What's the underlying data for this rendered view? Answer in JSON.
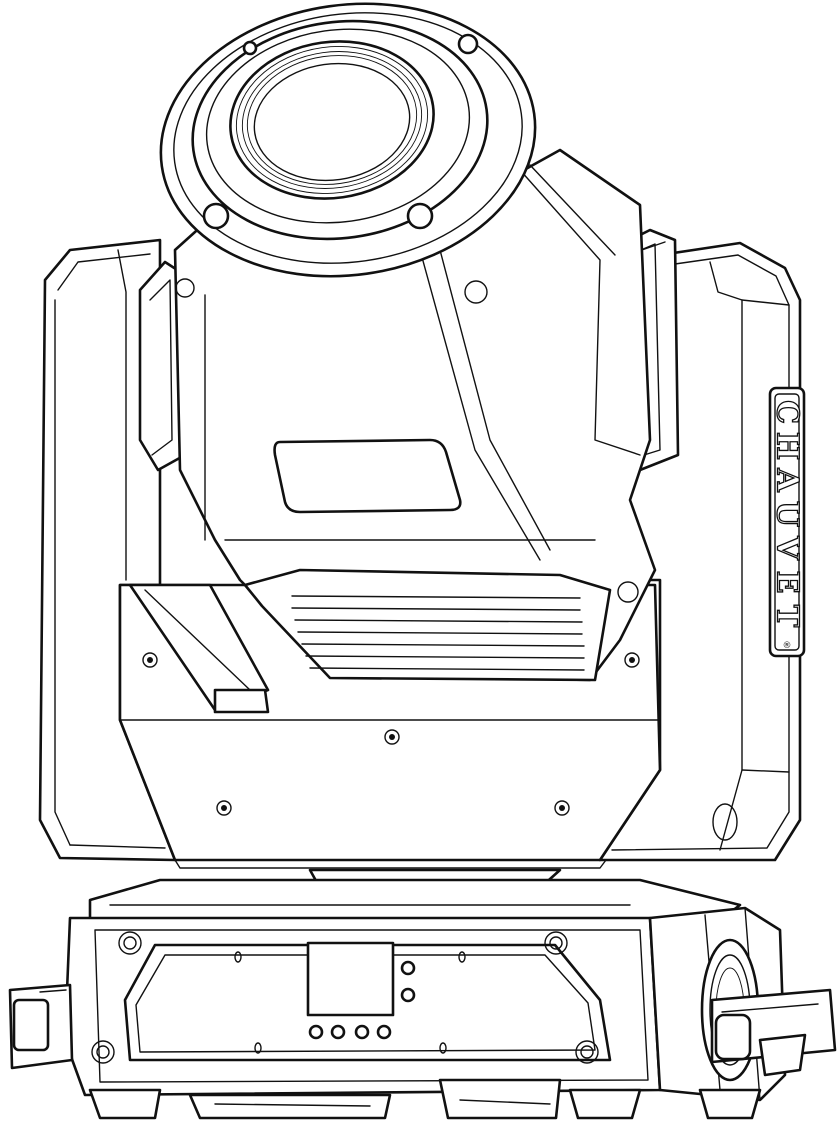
{
  "product": {
    "brand_label": "CHAUVET",
    "brand_letters": [
      "C",
      "H",
      "A",
      "U",
      "V",
      "E",
      "T"
    ],
    "trademark_symbol": "®"
  }
}
